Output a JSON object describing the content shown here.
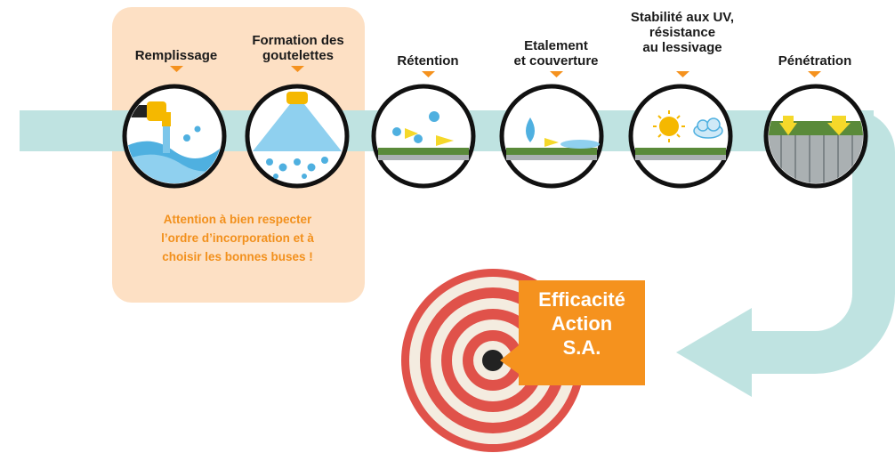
{
  "steps": [
    {
      "id": "remplissage",
      "label_lines": [
        "Remplissage"
      ]
    },
    {
      "id": "formation",
      "label_lines": [
        "Formation des",
        "goutelettes"
      ]
    },
    {
      "id": "retention",
      "label_lines": [
        "Rétention"
      ]
    },
    {
      "id": "etalement",
      "label_lines": [
        "Etalement",
        "et couverture"
      ]
    },
    {
      "id": "stabilite",
      "label_lines": [
        "Stabilité aux UV,",
        "résistance",
        "au lessivage"
      ]
    },
    {
      "id": "penetration",
      "label_lines": [
        "Pénétration"
      ]
    }
  ],
  "note_lines": [
    "Attention à bien respecter",
    "l’ordre d’incorporation et à",
    "choisir les bonnes buses !"
  ],
  "target_lines": [
    "Efficacité",
    "Action",
    "S.A."
  ],
  "colors": {
    "band": "#bfe3e1",
    "highlight": "#fde0c4",
    "accent": "#f5921e",
    "water": "#4fb0e0",
    "target_red": "#e0524a",
    "target_cream": "#f4ece0",
    "ink": "#1a1a1a"
  },
  "icons": [
    "faucet-icon",
    "nozzle-icon",
    "droplet-icon",
    "sun-icon",
    "cloud-icon",
    "leaf-surface-icon",
    "target-icon",
    "arrow-icon"
  ]
}
